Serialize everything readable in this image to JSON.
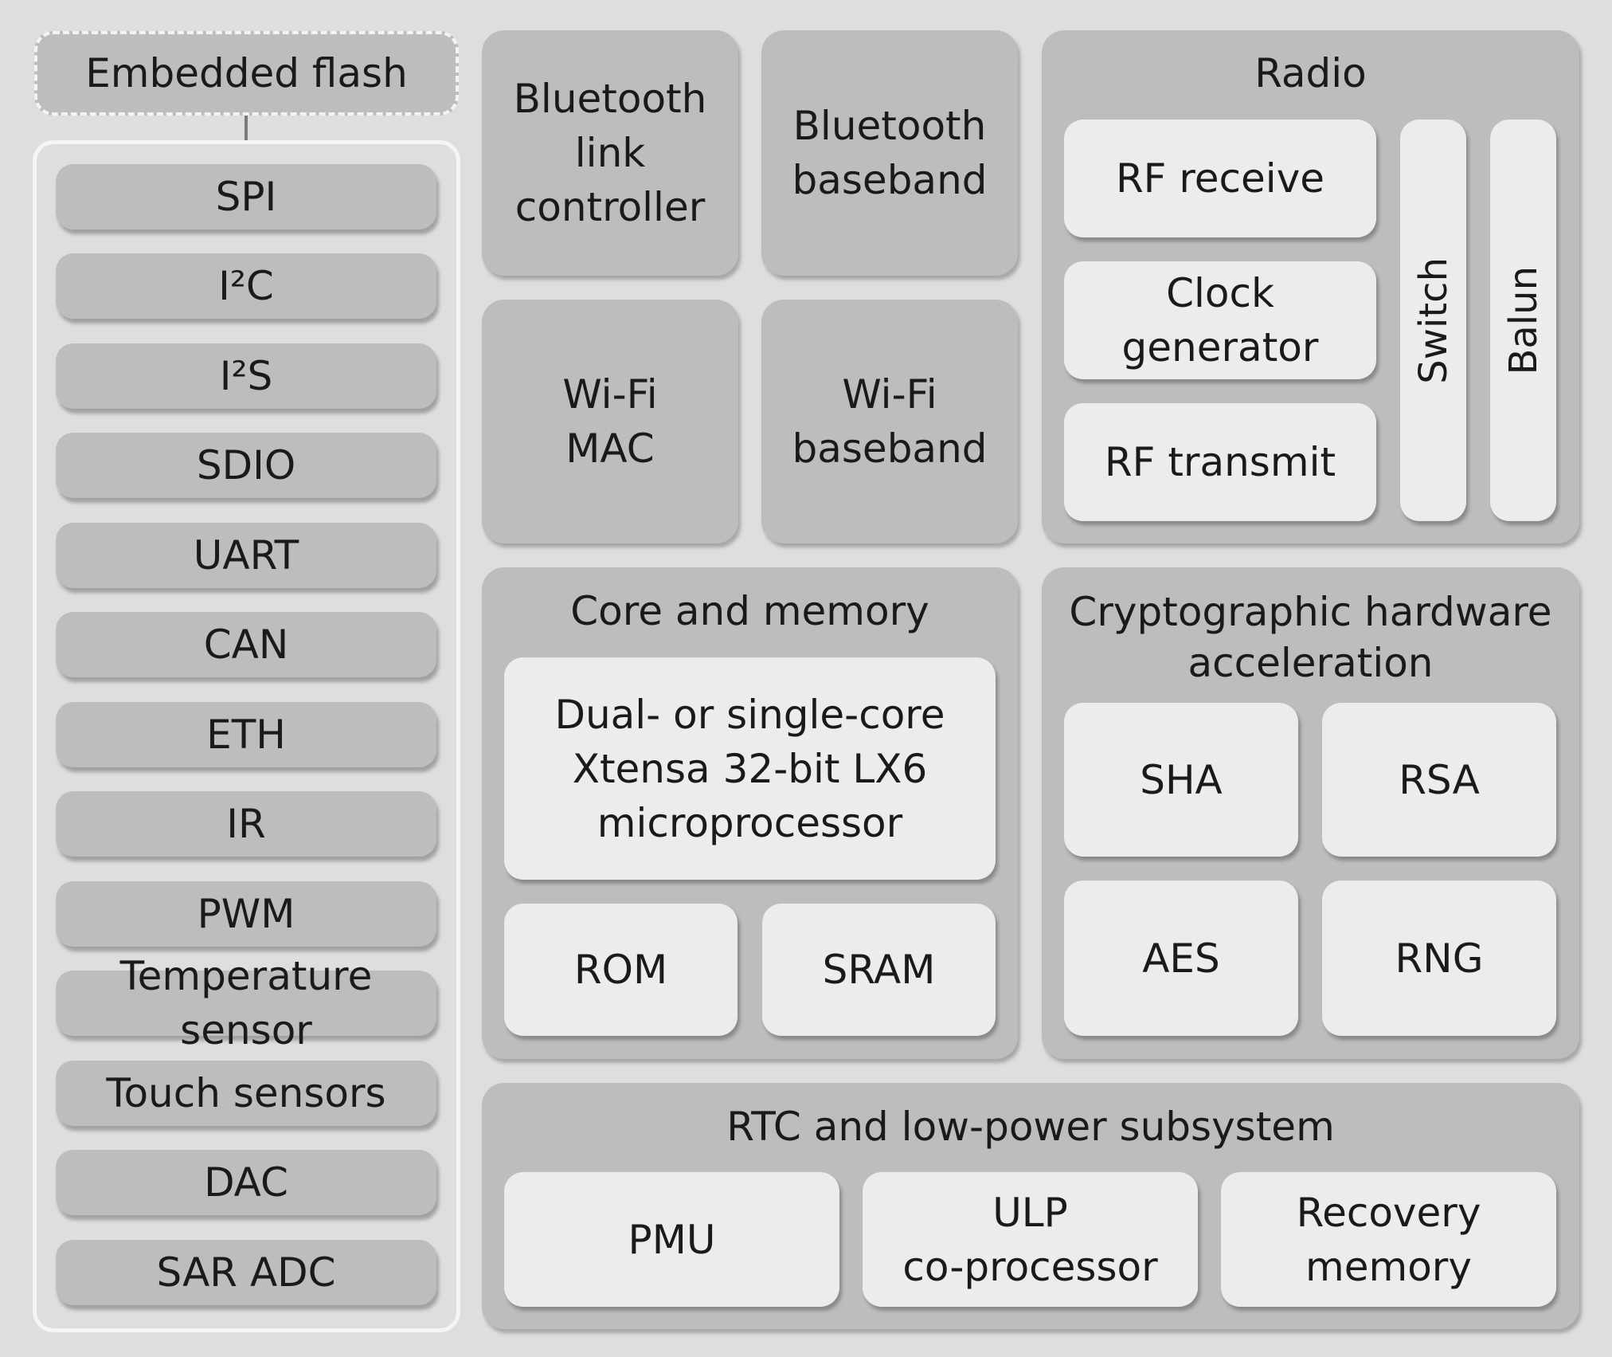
{
  "embedded_flash": "Embedded flash",
  "peripherals": [
    "SPI",
    "I²C",
    "I²S",
    "SDIO",
    "UART",
    "CAN",
    "ETH",
    "IR",
    "PWM",
    "Temperature sensor",
    "Touch sensors",
    "DAC",
    "SAR ADC"
  ],
  "bluetooth": {
    "link_controller": [
      "Bluetooth",
      "link",
      "controller"
    ],
    "baseband": [
      "Bluetooth",
      "baseband"
    ]
  },
  "wifi": {
    "mac": [
      "Wi-Fi",
      "MAC"
    ],
    "baseband": [
      "Wi-Fi",
      "baseband"
    ]
  },
  "radio": {
    "title": "Radio",
    "rf_receive": "RF receive",
    "clock_generator": "Clock generator",
    "rf_transmit": "RF transmit",
    "switch": "Switch",
    "balun": "Balun"
  },
  "core": {
    "title": "Core and memory",
    "processor": [
      "Dual- or single-core",
      "Xtensa 32-bit LX6",
      "microprocessor"
    ],
    "rom": "ROM",
    "sram": "SRAM"
  },
  "crypto": {
    "title": [
      "Cryptographic hardware",
      "acceleration"
    ],
    "sha": "SHA",
    "rsa": "RSA",
    "aes": "AES",
    "rng": "RNG"
  },
  "rtc": {
    "title": "RTC and low-power subsystem",
    "pmu": "PMU",
    "ulp": [
      "ULP",
      "co-processor"
    ],
    "recovery": [
      "Recovery",
      "memory"
    ]
  }
}
